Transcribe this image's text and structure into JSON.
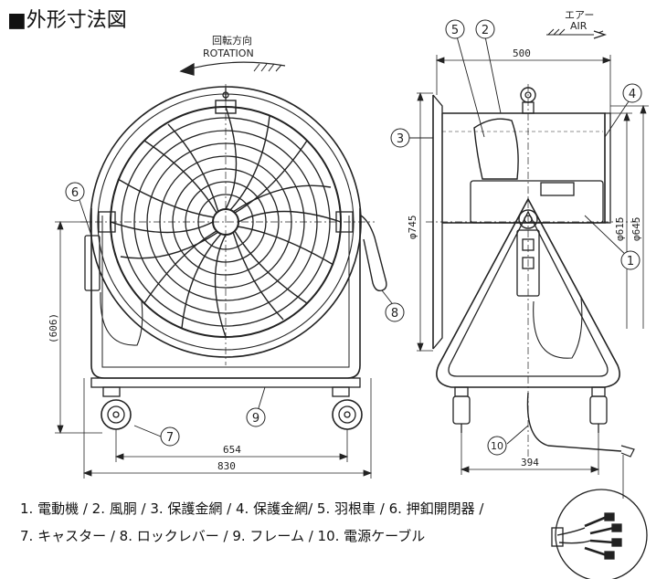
{
  "title": "■外形寸法図",
  "rotation": {
    "jp": "回転方向",
    "en": "ROTATION"
  },
  "air": {
    "jp": "エアー",
    "en": "AIR"
  },
  "dimensions": {
    "width_top": "500",
    "dia_745": "φ745",
    "dia_615": "φ615",
    "dia_645": "φ645",
    "height_606": "(606)",
    "width_654": "654",
    "width_830": "830",
    "width_394": "394"
  },
  "callouts": [
    "1",
    "2",
    "3",
    "4",
    "5",
    "6",
    "7",
    "8",
    "9",
    "10"
  ],
  "legend": {
    "line1": "1. 電動機 / 2. 風胴 / 3. 保護金網 / 4. 保護金網/ 5. 羽根車 / 6. 押釦開閉器 /",
    "line2": "7. キャスター / 8. ロックレバー / 9. フレーム / 10. 電源ケーブル"
  }
}
